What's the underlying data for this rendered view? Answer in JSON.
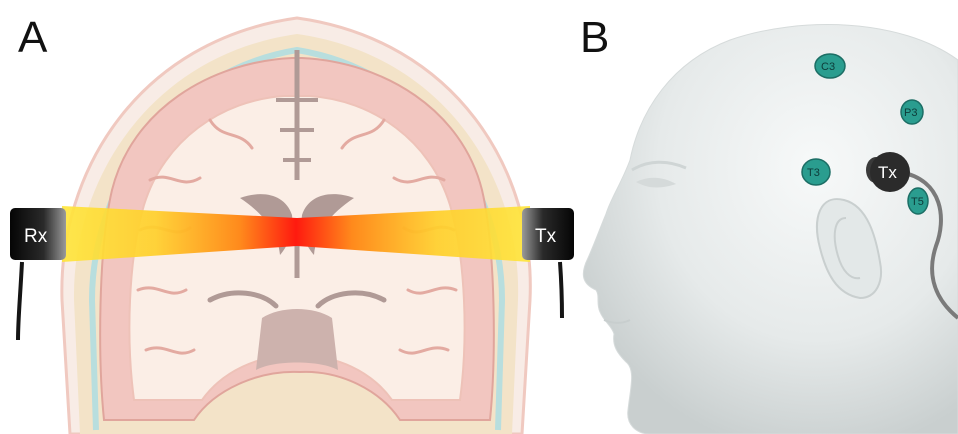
{
  "panels": {
    "a_label": "A",
    "b_label": "B"
  },
  "panel_a": {
    "receiver_label": "Rx",
    "transmitter_label": "Tx"
  },
  "panel_b": {
    "transmitter_label": "Tx",
    "electrodes": [
      "C3",
      "P3",
      "T3",
      "T5"
    ]
  },
  "colors": {
    "beam_core": "#ff1a0f",
    "beam_mid": "#ff8a1c",
    "beam_edge": "#ffe63a",
    "electrode": "#2a9d8f",
    "probe": "#161616",
    "brain_tissue": "#f2c6c0",
    "white_matter": "#fbeee6",
    "ventricle": "#b09a96",
    "skull": "#f3e3c8",
    "dura": "#b8dede",
    "head_skin": "#ebeeee"
  }
}
